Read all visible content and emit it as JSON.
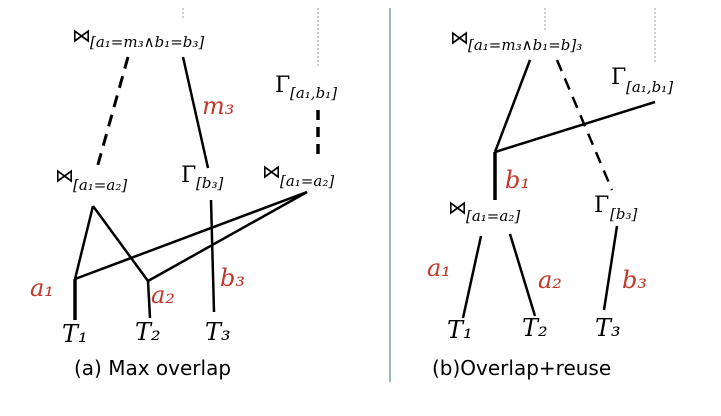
{
  "panels": [
    {
      "caption": "(a) Max overlap",
      "nodes": {
        "top_join": {
          "op": "⋈",
          "cond": "[a₁=m₃∧b₁=b₃]"
        },
        "gamma_ab": {
          "op": "Γ",
          "cond": "[a₁,b₁]"
        },
        "join_a1a2": {
          "op": "⋈",
          "cond": "[a₁=a₂]"
        },
        "gamma_b3": {
          "op": "Γ",
          "cond": "[b₃]"
        },
        "join_a1a2_right": {
          "op": "⋈",
          "cond": "[a₁=a₂]"
        }
      },
      "edge_labels": {
        "m3": "m₃",
        "a1": "a₁",
        "a2": "a₂",
        "b3": "b₃"
      },
      "tables": [
        "T₁",
        "T₂",
        "T₃"
      ]
    },
    {
      "caption": "(b)Overlap+reuse",
      "nodes": {
        "top_join": {
          "op": "⋈",
          "cond": "[a₁=m₃∧b₁=b]₃"
        },
        "gamma_ab": {
          "op": "Γ",
          "cond": "[a₁,b₁]"
        },
        "join_a1a2": {
          "op": "⋈",
          "cond": "[a₁=a₂]"
        },
        "gamma_b3": {
          "op": "Γ",
          "cond": "[b₃]"
        }
      },
      "edge_labels": {
        "b1": "b₁",
        "a1": "a₁",
        "a2": "a₂",
        "b3": "b₃"
      },
      "tables": [
        "T₁",
        "T₂",
        "T₃"
      ]
    }
  ]
}
